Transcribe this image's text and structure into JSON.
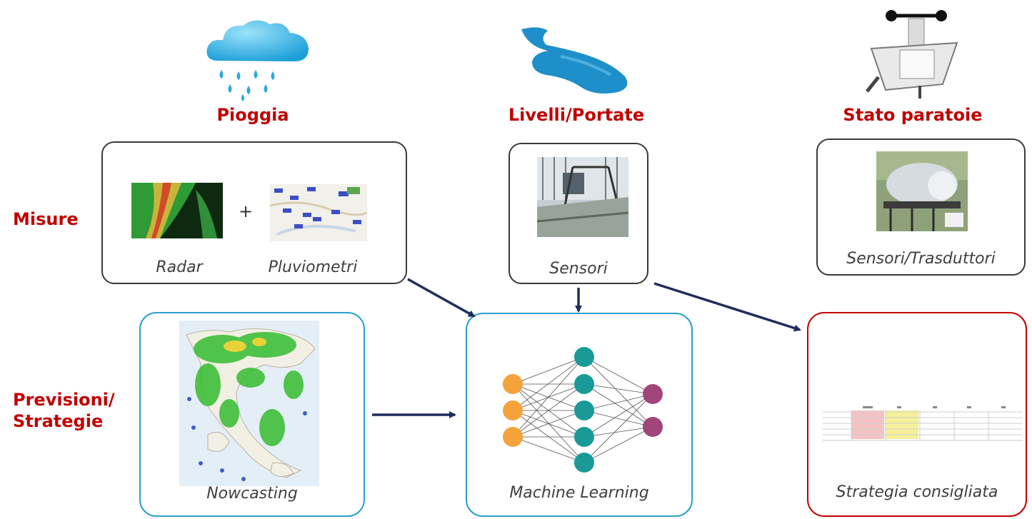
{
  "columns": {
    "rain": "Pioggia",
    "levels": "Livelli/Portate",
    "gates": "Stato paratoie"
  },
  "rows": {
    "measures": "Misure",
    "forecasts_line1": "Previsioni/",
    "forecasts_line2": "Strategie"
  },
  "boxes": {
    "radar": "Radar",
    "plus": "+",
    "gauges": "Pluviometri",
    "sensors": "Sensori",
    "transducers": "Sensori/Trasduttori",
    "nowcasting": "Nowcasting",
    "ml": "Machine Learning",
    "strategy": "Strategia consigliata"
  },
  "colors": {
    "heading_red": "#c00000",
    "blue_border": "#2b9fd0",
    "arrow_navy": "#1f2d5c",
    "input_node": "#f4a23a",
    "hidden_node": "#1a9a96",
    "output_node": "#a0457a"
  },
  "icons": [
    "rain-cloud-icon",
    "river-icon",
    "gate-icon"
  ]
}
